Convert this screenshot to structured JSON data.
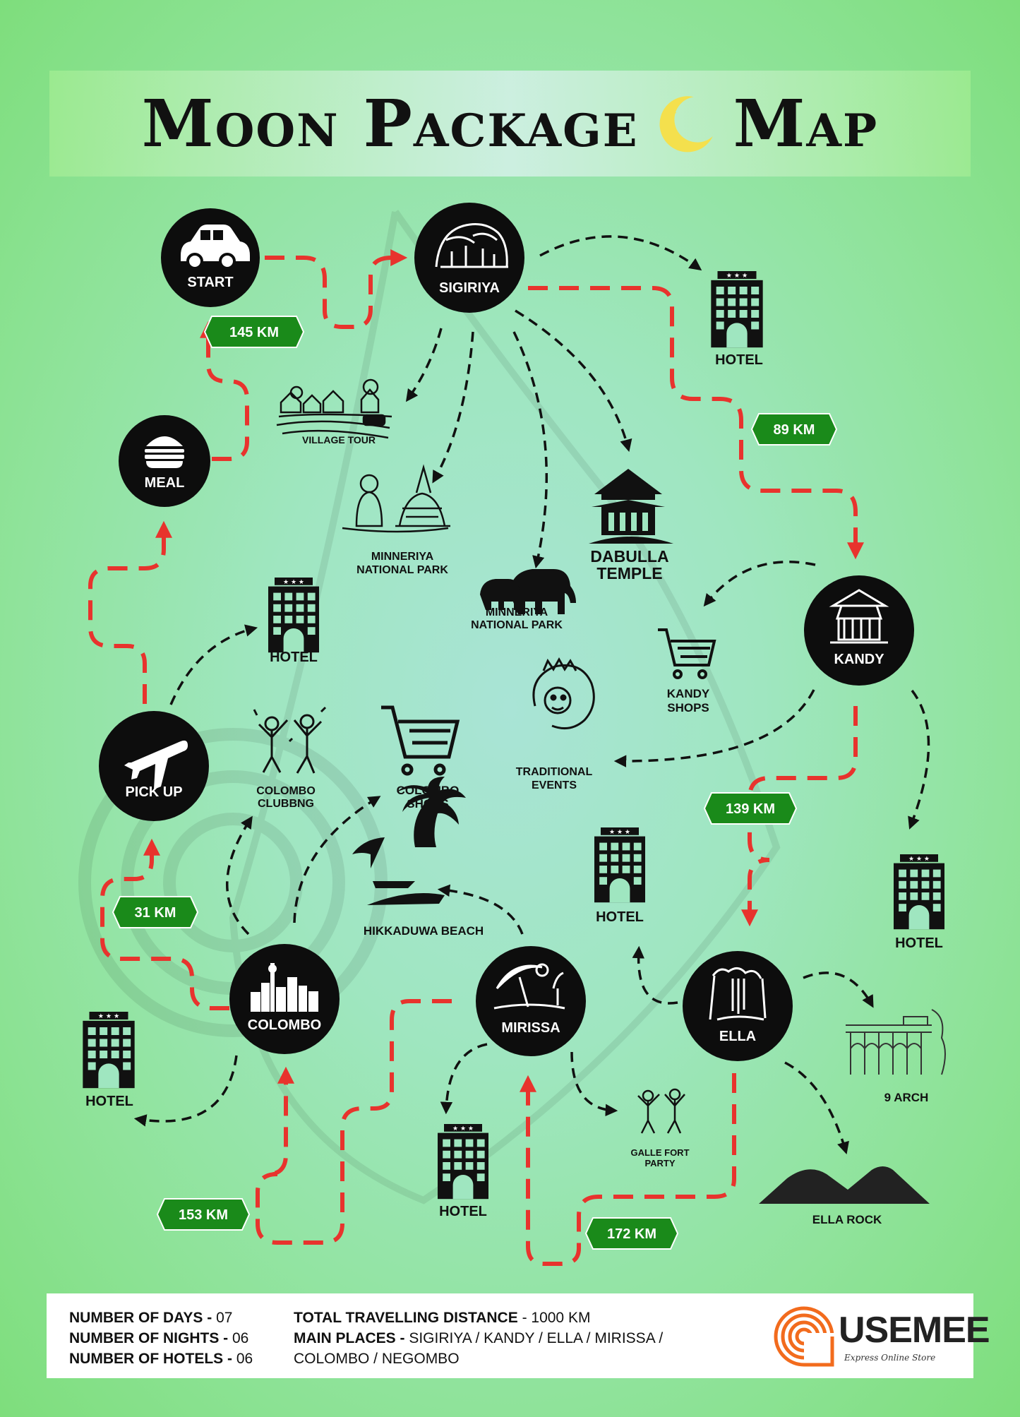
{
  "title": {
    "before": "Moon Package",
    "after": "Map",
    "moon_icon": "crescent-moon-icon"
  },
  "colors": {
    "route": "#e8332d",
    "side_trip": "#111111",
    "node": "#0d0d0d",
    "km_badge": "#1a8a1a",
    "moon": "#f4e04d",
    "logo_orange": "#f26b1d"
  },
  "nodes": {
    "start": {
      "label": "START",
      "icon": "car-icon"
    },
    "sigiriya": {
      "label": "SIGIRIYA",
      "icon": "sigiriya-rock-icon"
    },
    "kandy": {
      "label": "KANDY",
      "icon": "kandy-temple-icon"
    },
    "ella": {
      "label": "ELLA",
      "icon": "waterfall-icon"
    },
    "mirissa": {
      "label": "MIRISSA",
      "icon": "beach-umbrella-icon"
    },
    "colombo": {
      "label": "COLOMBO",
      "icon": "city-skyline-icon"
    },
    "pickup": {
      "label": "PICK UP",
      "icon": "airplane-icon"
    },
    "meal": {
      "label": "MEAL",
      "icon": "burger-icon"
    }
  },
  "distances": {
    "start_sigiriya": "145 KM",
    "sigiriya_kandy": "89 KM",
    "kandy_ella": "139 KM",
    "ella_mirissa": "172 KM",
    "mirissa_colombo": "153 KM",
    "colombo_pickup": "31 KM"
  },
  "places": {
    "hotel_label": "HOTEL",
    "village_tour": "VILLAGE TOUR",
    "minneriya_1": [
      "MINNERIYA",
      "NATIONAL PARK"
    ],
    "minneriya_2": [
      "MINNERIYA",
      "NATIONAL PARK"
    ],
    "dabulla": [
      "DABULLA",
      "TEMPLE"
    ],
    "kandy_shops": [
      "KANDY",
      "SHOPS"
    ],
    "traditional_events": [
      "TRADITIONAL",
      "EVENTS"
    ],
    "colombo_clubbing": [
      "COLOMBO",
      "CLUBBNG"
    ],
    "colombo_shops": [
      "COLOMBO",
      "SHOPS"
    ],
    "hikkaduwa": "HIKKADUWA BEACH",
    "galle_fort": [
      "GALLE FORT",
      "PARTY"
    ],
    "nine_arch": "9 ARCH",
    "ella_rock": "ELLA ROCK"
  },
  "footer": {
    "days_label": "NUMBER OF DAYS -",
    "days": "07",
    "nights_label": "NUMBER OF NIGHTS -",
    "nights": "06",
    "hotels_label": "NUMBER OF HOTELS -",
    "hotels": "06",
    "distance_label": "TOTAL TRAVELLING DISTANCE",
    "distance": "- 1000 KM",
    "places_label": "MAIN PLACES -",
    "places_line1": "SIGIRIYA / KANDY / ELLA / MIRISSA /",
    "places_line2": "COLOMBO / NEGOMBO"
  },
  "logo": {
    "name": "USEMEE",
    "tagline": "Express Online Store"
  }
}
